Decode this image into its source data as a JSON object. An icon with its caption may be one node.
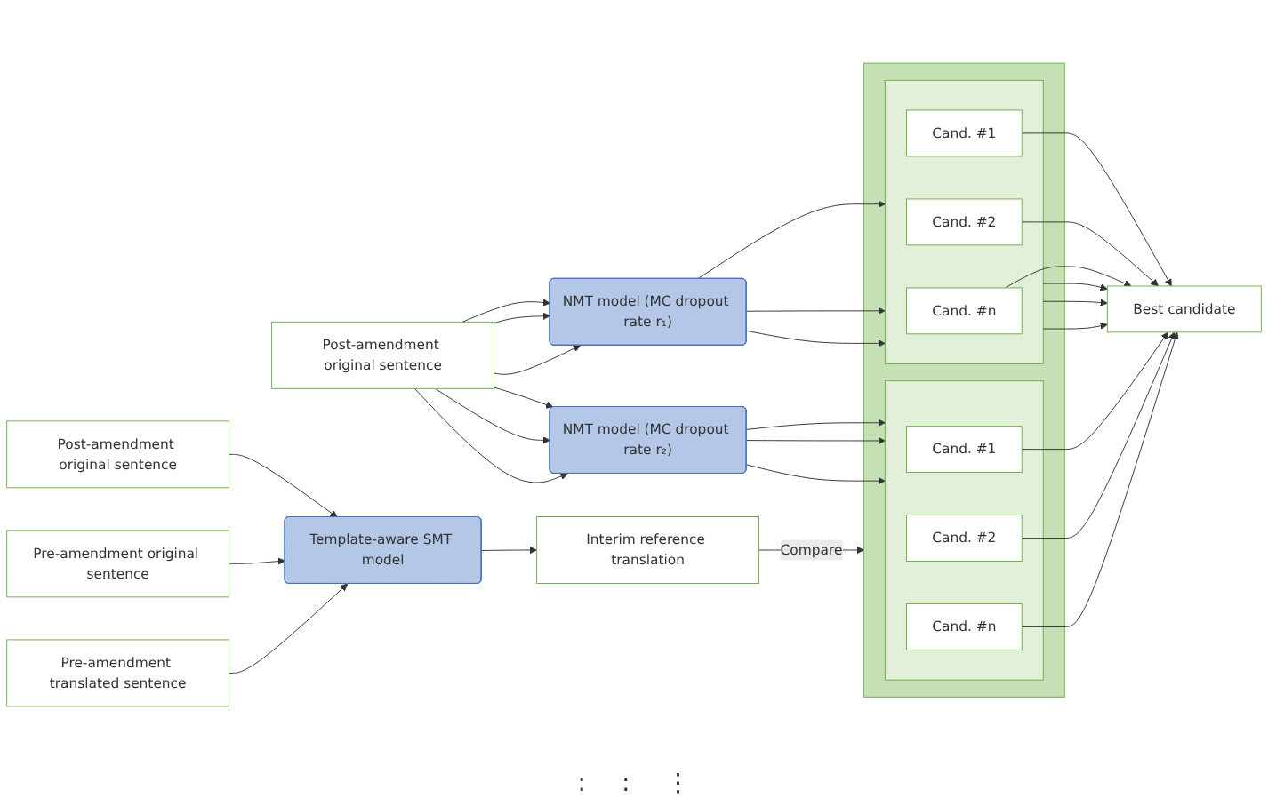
{
  "diagram": {
    "nodes": [
      {
        "text": [
          "Post-amendment original sentence"
        ]
      },
      {
        "text": [
          "Pre-amendment original sentence"
        ]
      },
      {
        "text": [
          "Pre-amendment translated sentence"
        ]
      },
      {
        "text": [
          "Template-aware SMT model"
        ]
      },
      {
        "text": [
          "Interim reference translation"
        ]
      },
      {
        "text": [
          "Post-amendment original sentence"
        ]
      },
      {
        "text": [
          "NMT model (MC dropout rate r₁)"
        ]
      },
      {
        "text": [
          "NMT model (MC dropout rate r₂)"
        ]
      },
      {
        "text": [],
        "shape": "box"
      },
      {
        "text": [],
        "shape": "box",
        "in": 8
      },
      {
        "text": [
          "Cand. #1"
        ],
        "in": 9
      },
      {
        "text": [
          "Cand. #2"
        ],
        "in": 9
      },
      {
        "text": [
          "Cand. #n"
        ],
        "in": 9
      },
      {
        "text": [],
        "shape": "box",
        "in": 8
      },
      {
        "text": [
          "Cand. #1"
        ],
        "in": 13
      },
      {
        "text": [
          "Cand. #2"
        ],
        "in": 13
      },
      {
        "text": [
          "Cand. #n"
        ],
        "in": 13
      },
      {
        "text": [
          "Best candidate"
        ]
      }
    ],
    "edges": [
      {
        "from": 0,
        "to": 3,
        "arrow": "to"
      },
      {
        "from": 1,
        "to": 3,
        "arrow": "to"
      },
      {
        "from": 2,
        "to": 3,
        "arrow": "to"
      },
      {
        "from": 3,
        "to": 4,
        "arrow": "to"
      },
      {
        "from": 4,
        "to": 8,
        "arrow": "to",
        "label": "Compare"
      },
      {
        "from": 5,
        "to": 6,
        "arrow": "to"
      },
      {
        "from": 5,
        "to": 6,
        "arrow": "to"
      },
      {
        "from": 5,
        "to": 6,
        "arrow": "to"
      },
      {
        "from": 5,
        "to": 7,
        "arrow": "to"
      },
      {
        "from": 5,
        "to": 7,
        "arrow": "to"
      },
      {
        "from": 5,
        "to": 7,
        "arrow": "to"
      },
      {
        "from": 6,
        "to": 9,
        "arrow": "to"
      },
      {
        "from": 6,
        "to": 9,
        "arrow": "to"
      },
      {
        "from": 6,
        "to": 9,
        "arrow": "to"
      },
      {
        "from": 7,
        "to": 13,
        "arrow": "to"
      },
      {
        "from": 7,
        "to": 13,
        "arrow": "to"
      },
      {
        "from": 7,
        "to": 13,
        "arrow": "to"
      },
      {
        "from": 9,
        "to": 17,
        "arrow": "to"
      },
      {
        "from": 10,
        "to": 17,
        "arrow": "to"
      },
      {
        "from": 9,
        "to": 17,
        "arrow": "to"
      },
      {
        "from": 11,
        "to": 17,
        "arrow": "to"
      },
      {
        "from": 12,
        "to": 17,
        "arrow": "to"
      },
      {
        "from": 9,
        "to": 17,
        "arrow": "to"
      },
      {
        "from": 14,
        "to": 17,
        "arrow": "to"
      },
      {
        "from": 15,
        "to": 17,
        "arrow": "to"
      },
      {
        "from": 16,
        "to": 17,
        "arrow": "to"
      }
    ],
    "labels": [
      ":",
      ":",
      "⋮"
    ]
  }
}
